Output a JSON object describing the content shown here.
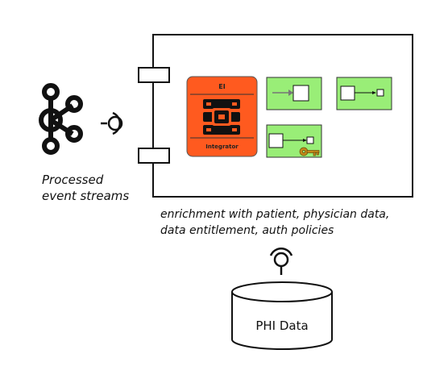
{
  "streams": {
    "label_line1": "Processed",
    "label_line2": "event streams"
  },
  "integrator": {
    "top_label": "EI",
    "bottom_label": "Integrator",
    "color": "#ff5a1f"
  },
  "component": {
    "caption_line1": "enrichment with patient, physician data,",
    "caption_line2": "data entitlement, auth policies"
  },
  "datastore": {
    "label": "PHI Data"
  },
  "colors": {
    "mediator_fill": "#99ee77",
    "outline": "#111111"
  },
  "icons": [
    "kafka-icon",
    "interface-socket-icon",
    "server-rack-icon",
    "key-icon",
    "database-icon"
  ]
}
